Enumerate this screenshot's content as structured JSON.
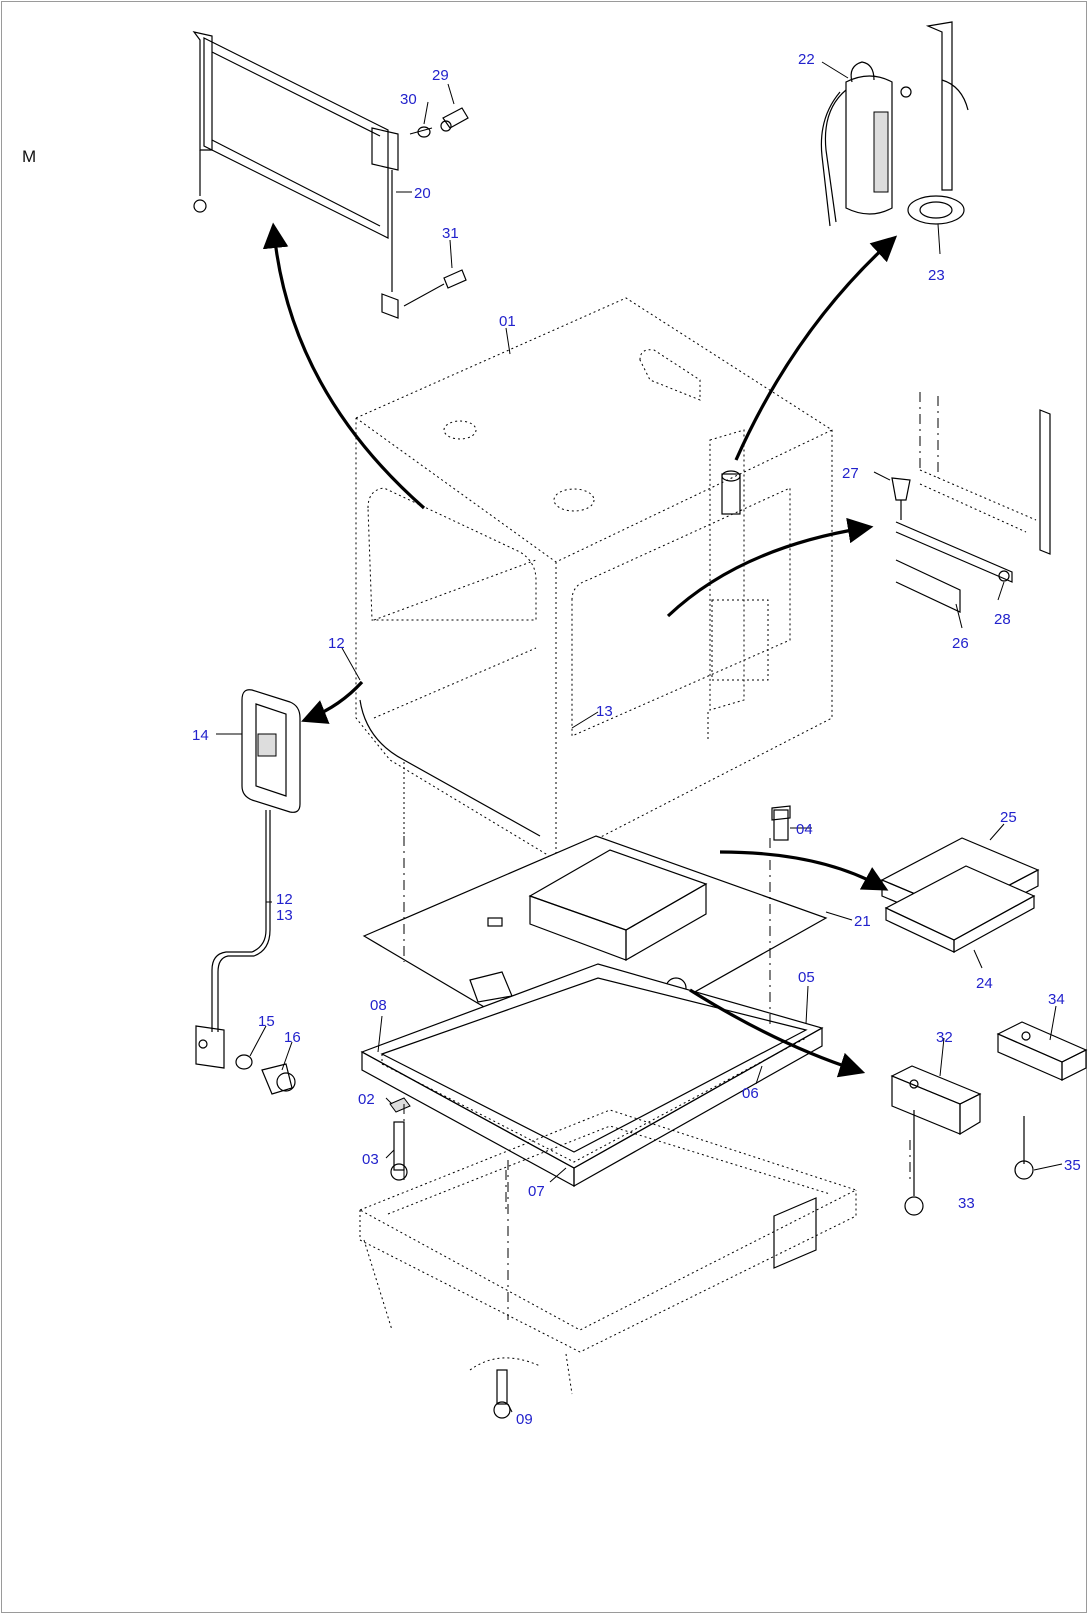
{
  "section_letter": "M",
  "callouts": [
    "01",
    "02",
    "03",
    "04",
    "05",
    "06",
    "07",
    "08",
    "09",
    "12",
    "13",
    "14",
    "12",
    "13",
    "15",
    "16",
    "20",
    "21",
    "22",
    "23",
    "24",
    "25",
    "26",
    "27",
    "28",
    "29",
    "30",
    "31",
    "32",
    "33",
    "34",
    "35"
  ],
  "colors": {
    "callout_text": "#2222cc",
    "linework": "#000000",
    "frame": "#9a9a9a"
  }
}
